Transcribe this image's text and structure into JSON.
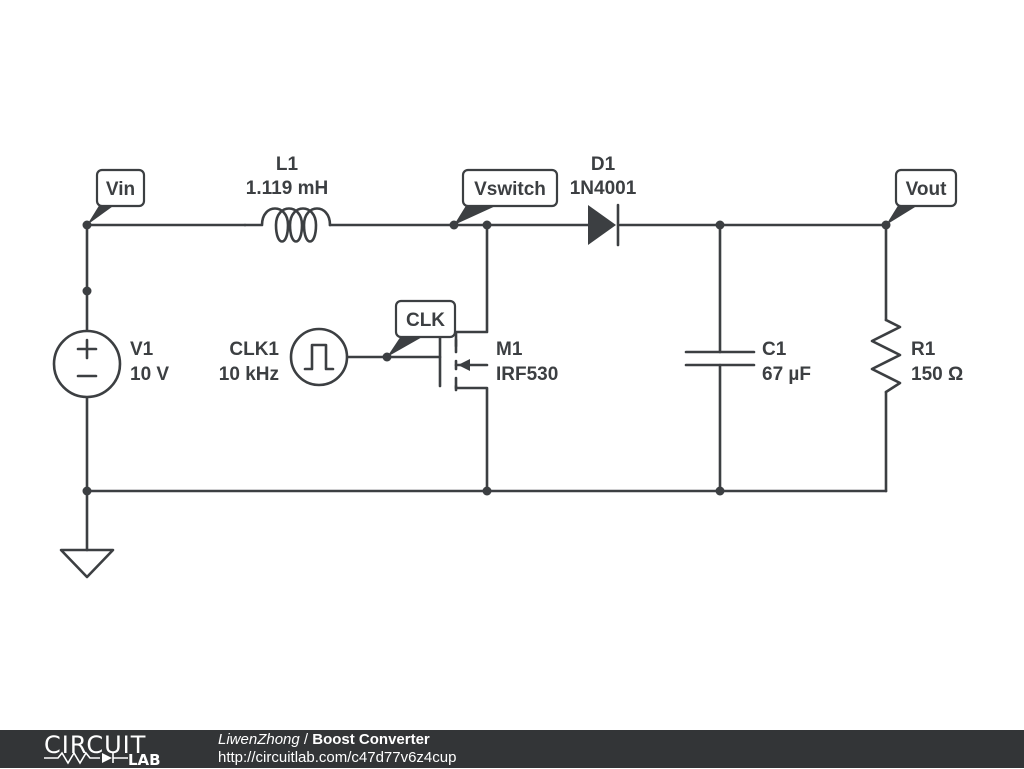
{
  "components": {
    "v1": {
      "name": "V1",
      "value": "10 V"
    },
    "clk1": {
      "name": "CLK1",
      "value": "10 kHz"
    },
    "l1": {
      "name": "L1",
      "value": "1.119 mH"
    },
    "d1": {
      "name": "D1",
      "value": "1N4001"
    },
    "m1": {
      "name": "M1",
      "value": "IRF530"
    },
    "c1": {
      "name": "C1",
      "value": "67 µF"
    },
    "r1": {
      "name": "R1",
      "value": "150 Ω"
    }
  },
  "net_labels": {
    "vin": "Vin",
    "vswitch": "Vswitch",
    "vout": "Vout",
    "clk": "CLK"
  },
  "footer": {
    "logo_top": "CIRCUIT",
    "logo_bottom": "LAB",
    "author": "LiwenZhong",
    "separator": " / ",
    "title": "Boost Converter",
    "url": "http://circuitlab.com/c47d77v6z4cup"
  }
}
